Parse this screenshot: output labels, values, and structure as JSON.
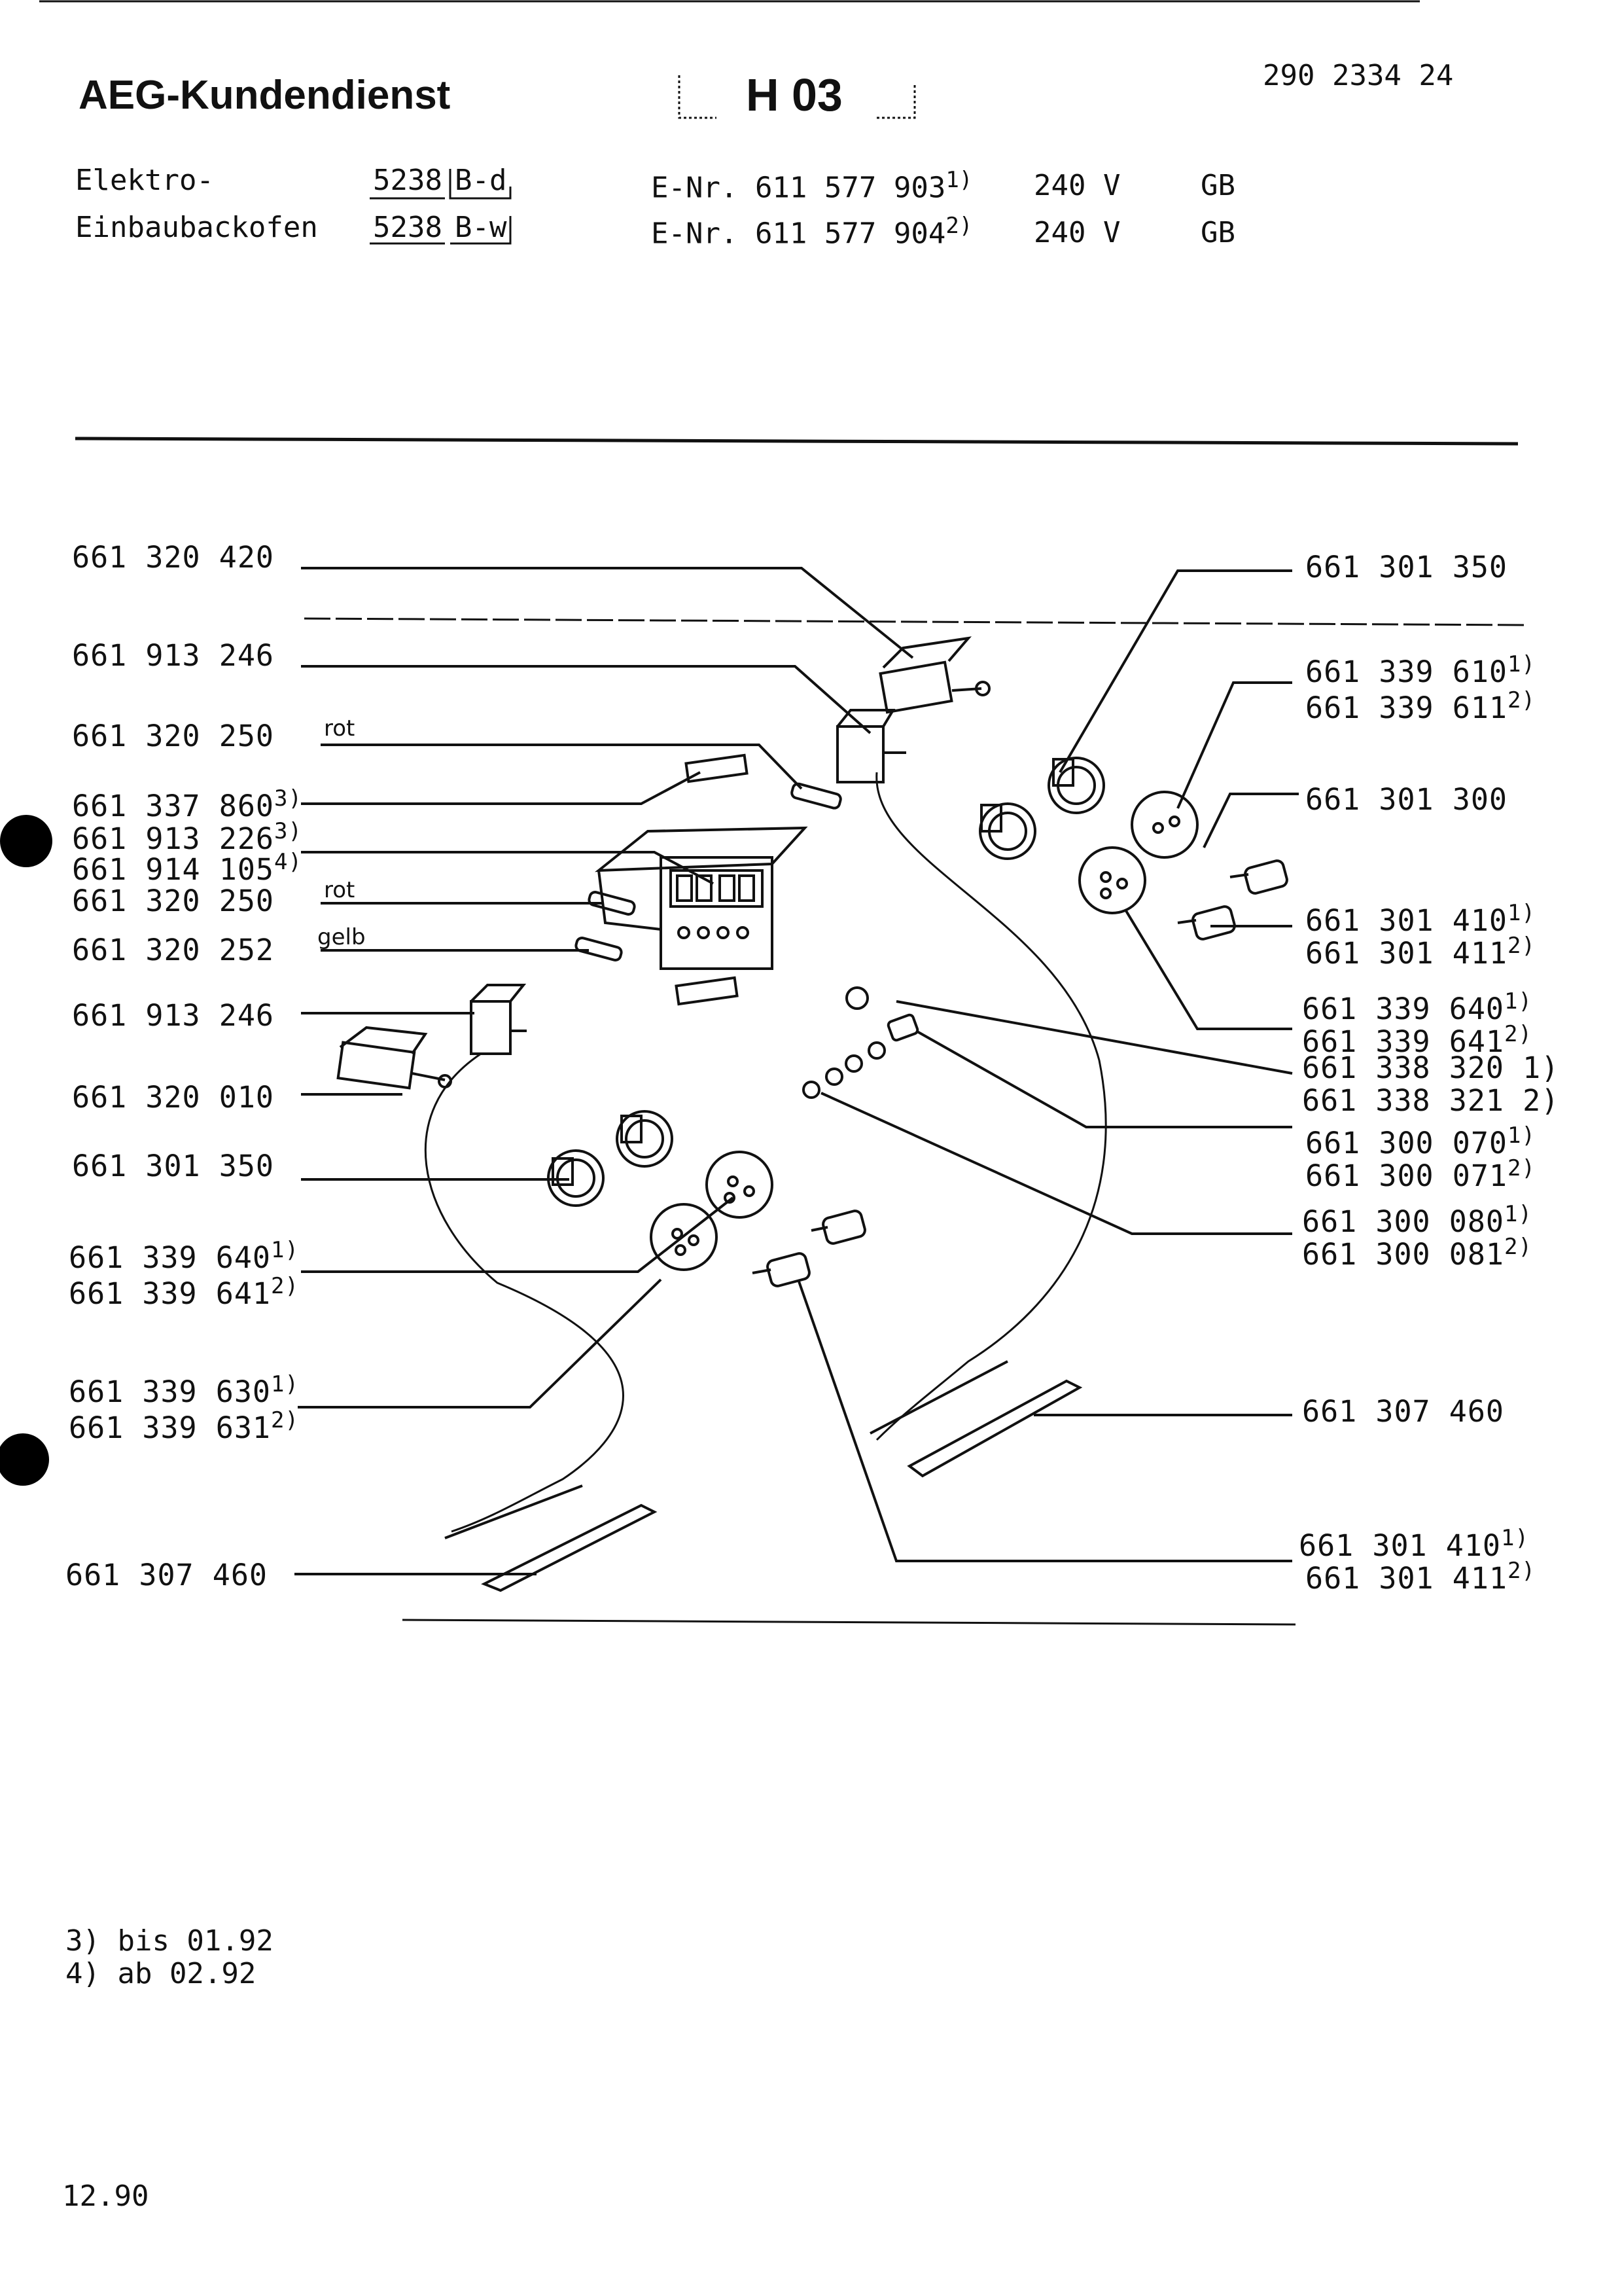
{
  "header": {
    "brand": "AEG-Kundendienst",
    "code": "H 03",
    "doc_number": "290 2334 24"
  },
  "models": [
    {
      "name": "Elektro-",
      "model": "5238",
      "variant": "B-d",
      "enr": "E-Nr. 611 577 903",
      "enr_note": "1)",
      "voltage": "240 V",
      "country": "GB"
    },
    {
      "name": "Einbaubackofen",
      "model": "5238",
      "variant": "B-w",
      "enr": "E-Nr. 611 577 904",
      "enr_note": "2)",
      "voltage": "240 V",
      "country": "GB"
    }
  ],
  "parts_left": [
    {
      "num": "661 320 420"
    },
    {
      "num": "661 913 246"
    },
    {
      "num": "661 320 250",
      "wire": "rot"
    },
    {
      "num": "661 337 860",
      "note": "3)"
    },
    {
      "num": "661 913 226",
      "note": "3)"
    },
    {
      "num": "661 914 105",
      "note": "4)"
    },
    {
      "num": "661 320 250",
      "wire": "rot"
    },
    {
      "num": "661 320 252",
      "wire": "gelb"
    },
    {
      "num": "661 913 246"
    },
    {
      "num": "661 320 010"
    },
    {
      "num": "661 301 350"
    },
    {
      "num": "661 339 640",
      "note": "1)"
    },
    {
      "num": "661 339 641",
      "note": "2)"
    },
    {
      "num": "661 339 630",
      "note": "1)"
    },
    {
      "num": "661 339 631",
      "note": "2)"
    },
    {
      "num": "661 307 460"
    }
  ],
  "parts_right": [
    {
      "num": "661 301 350"
    },
    {
      "num": "661 339 610",
      "note": "1)"
    },
    {
      "num": "661 339 611",
      "note": "2)"
    },
    {
      "num": "661 301 300"
    },
    {
      "num": "661 301 410",
      "note": "1)"
    },
    {
      "num": "661 301 411",
      "note": "2)"
    },
    {
      "num": "661 339 640",
      "note": "1)"
    },
    {
      "num": "661 339 641",
      "note": "2)"
    },
    {
      "num": "661 338 320",
      "note": "1)"
    },
    {
      "num": "661 338 321",
      "note": "2)"
    },
    {
      "num": "661 300 070",
      "note": "1)"
    },
    {
      "num": "661 300 071",
      "note": "2)"
    },
    {
      "num": "661 300 080",
      "note": "1)"
    },
    {
      "num": "661 300 081",
      "note": "2)"
    },
    {
      "num": "661 307 460"
    },
    {
      "num": "661 301 410",
      "note": "1)"
    },
    {
      "num": "661 301 411",
      "note": "2)"
    }
  ],
  "footnotes": [
    {
      "text": "3) bis 01.92"
    },
    {
      "text": "4) ab  02.92"
    }
  ],
  "date": "12.90"
}
